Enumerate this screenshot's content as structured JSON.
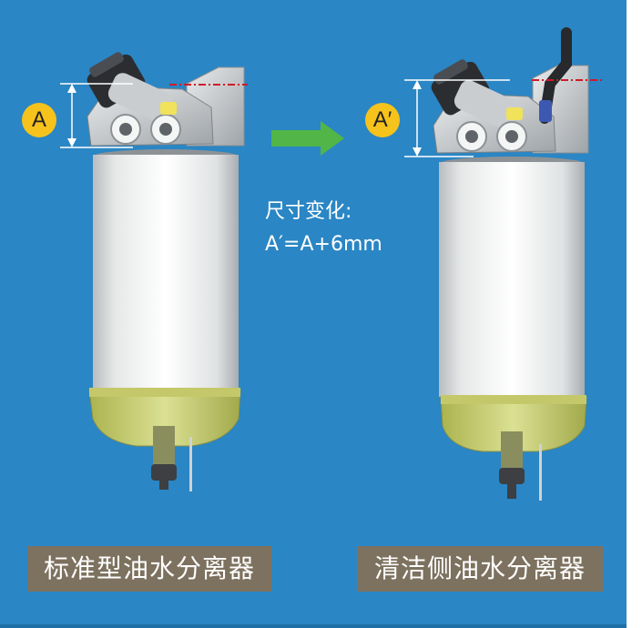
{
  "colors": {
    "background": "#2a86c4",
    "caption_bg": "#7d715f",
    "arrow": "#52b547",
    "badge": "#f6c21c",
    "bowl": "#d9dc79",
    "dashline": "#d01a2a"
  },
  "left": {
    "badge": "A",
    "caption": "标准型油水分离器"
  },
  "right": {
    "badge": "A′",
    "caption": "清洁侧油水分离器"
  },
  "note": {
    "line1": "尺寸变化:",
    "line2": "A′=A+6mm"
  },
  "icons": {
    "arrow": "arrow-right-icon"
  }
}
